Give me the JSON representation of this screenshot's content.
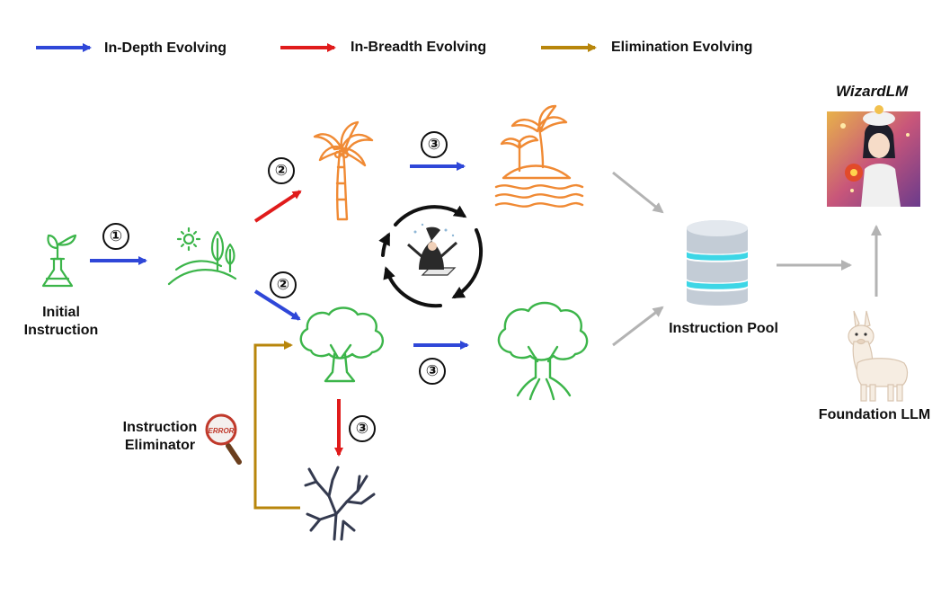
{
  "legend": [
    {
      "label": "In-Depth Evolving",
      "color": "#2f47d8"
    },
    {
      "label": "In-Breadth Evolving",
      "color": "#e01b1b"
    },
    {
      "label": "Elimination Evolving",
      "color": "#b8860b"
    }
  ],
  "labels": {
    "initial_instruction": "Initial\nInstruction",
    "instruction_eliminator": "Instruction\nEliminator",
    "instruction_pool": "Instruction Pool",
    "foundation_llm": "Foundation LLM",
    "wizardlm": "WizardLM",
    "error_badge": "ERROR"
  },
  "steps": {
    "s1": "①",
    "s2": "②",
    "s3": "③"
  },
  "colors": {
    "green": "#3cb54a",
    "orange": "#f08a34",
    "navy": "#343a4f",
    "gray_arrow": "#b3b3b3",
    "db_cyan": "#3dd6e6"
  }
}
